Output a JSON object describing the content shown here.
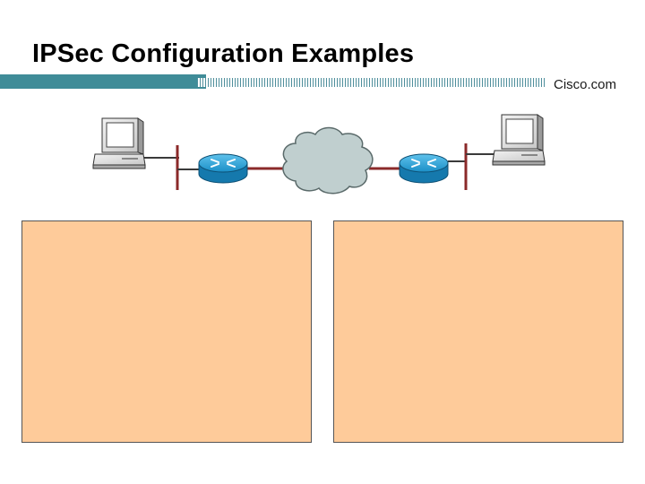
{
  "slide": {
    "title": "IPSec Configuration Examples",
    "brand": "Cisco.com"
  },
  "colors": {
    "header_bar": "#3f8c98",
    "panel_fill": "#fecb9a",
    "panel_border": "#555555",
    "router_blue": "#1b8fc7",
    "cloud_fill": "#c0cfcf",
    "segment_line": "#8b2a2a"
  },
  "diagram": {
    "nodes": [
      {
        "id": "pc-left",
        "icon": "workstation-icon"
      },
      {
        "id": "router-left",
        "icon": "router-icon"
      },
      {
        "id": "cloud",
        "icon": "internet-cloud-icon"
      },
      {
        "id": "router-right",
        "icon": "router-icon"
      },
      {
        "id": "pc-right",
        "icon": "workstation-icon"
      }
    ],
    "panels": [
      "config-panel-left",
      "config-panel-right"
    ]
  }
}
